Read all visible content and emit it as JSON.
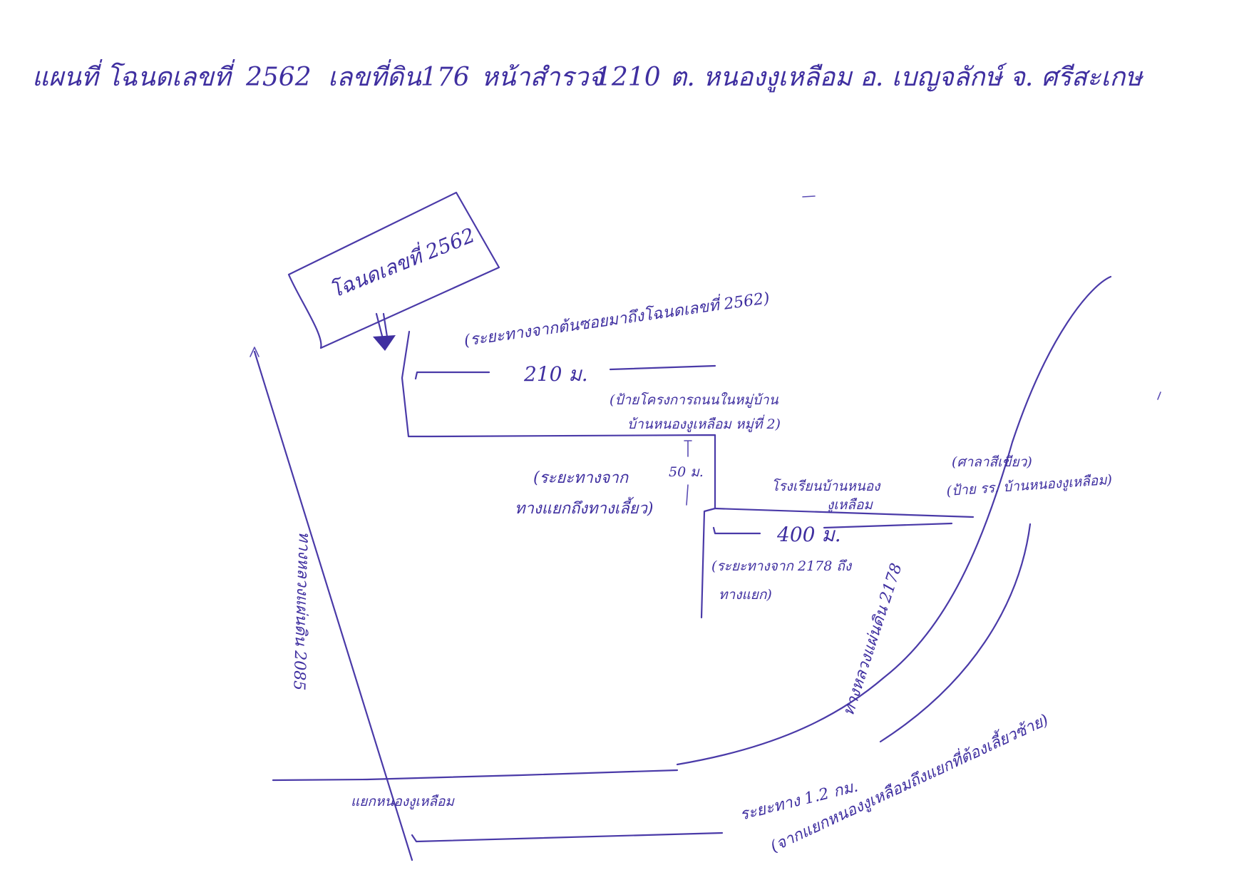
{
  "title": {
    "deed": "แผนที่ โฉนดเลขที่",
    "deed_no": "2562",
    "land": "เลขที่ดิน",
    "land_no": "176",
    "survey": "หน้าสำรวจ",
    "survey_no": "1210",
    "location": "ต. หนองงูเหลือม อ. เบญจลักษ์ จ. ศรีสะเกษ"
  },
  "deed_banner": "โฉนดเลขที่ 2562",
  "labels": {
    "dist_soi_to_deed": "(ระยะทางจากต้นซอยมาถึงโฉนดเลขที่ 2562)",
    "dist_210": "210 ม.",
    "project_sign_1": "(ป้ายโครงการถนนในหมู่บ้าน",
    "project_sign_2": "บ้านหนองงูเหลือม หมู่ที่ 2)",
    "dist_50": "50 ม.",
    "junction_dist_1": "(ระยะทางจาก",
    "junction_dist_2": "ทางแยกถึงทางเลี้ยว)",
    "clinic_1": "โรงเรียนบ้านหนอง",
    "clinic_2": "งูเหลือม",
    "temple": "(ศาลาสีเขียว)",
    "school_sign": "(ป้าย รร. บ้านหนองงูเหลือม)",
    "dist_400": "400 ม.",
    "from_2178_1": "(ระยะทางจาก 2178 ถึง",
    "from_2178_2": "ทางแยก)",
    "highway_2178": "ทางหลวงแผ่นดิน 2178",
    "highway_2085": "ทางหลวงแผ่นดิน 2085",
    "junction_name": "แยกหนองงูเหลือม",
    "dist_12km_1": "ระยะทาง 1.2 กม.",
    "dist_12km_2": "(จากแยกหนองงูเหลือมถึงแยกที่ต้องเลี้ยวซ้าย)"
  },
  "colors": {
    "ink": "#4a3aa8",
    "paper": "#ffffff"
  }
}
